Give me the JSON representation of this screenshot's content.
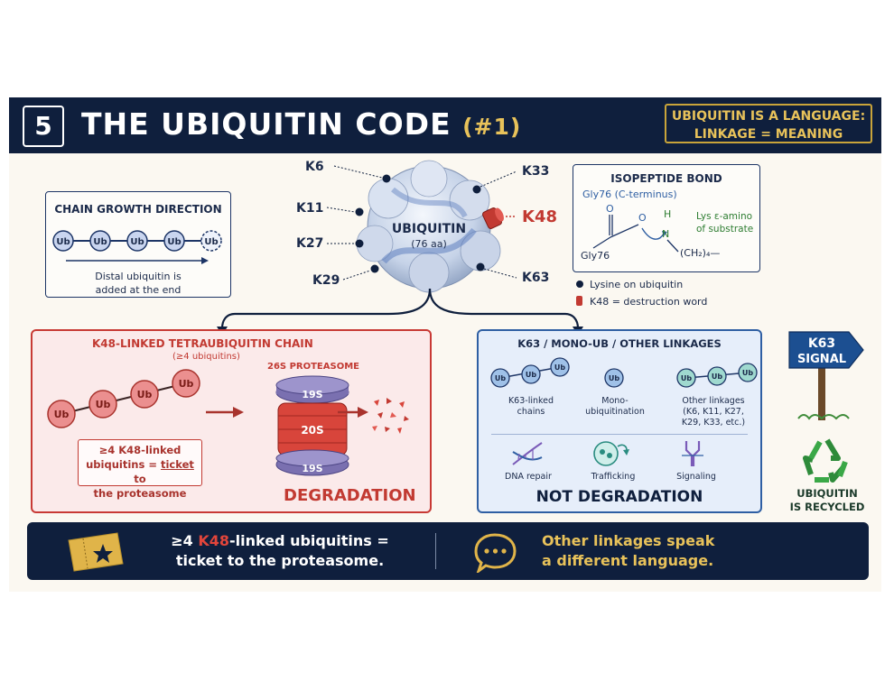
{
  "header": {
    "slide_number": "5",
    "title": "THE UBIQUITIN CODE",
    "title_tag": "(#1)",
    "note_line1": "UBIQUITIN IS A LANGUAGE:",
    "note_line2": "LINKAGE = MEANING"
  },
  "chain_growth": {
    "title": "CHAIN GROWTH DIRECTION",
    "ub_label": "Ub",
    "caption_line1": "Distal ubiquitin is",
    "caption_line2": "added at the end"
  },
  "ubiquitin": {
    "name": "UBIQUITIN",
    "size": "(76 aa)",
    "lysines": [
      "K6",
      "K11",
      "K27",
      "K29",
      "K33",
      "K48",
      "K63"
    ]
  },
  "isopeptide": {
    "title": "ISOPEPTIDE BOND",
    "subtitle": "Gly76 (C-terminus)",
    "gly_label": "Gly76",
    "o_label": "O",
    "h_label": "H",
    "n_label": "N",
    "chain_label": "(CH₂)₄—",
    "lys_line1": "Lys ε-amino",
    "lys_line2": "of substrate"
  },
  "legend": {
    "lysine": "Lysine on ubiquitin",
    "k48": "K48 = destruction word"
  },
  "k48_panel": {
    "title": "K48-LINKED TETRAUBIQUITIN CHAIN",
    "subtitle": "(≥4 ubiquitins)",
    "ub_label": "Ub",
    "proteasome_label": "26S PROTEASOME",
    "cap_top": "19S",
    "core": "20S",
    "cap_bottom": "19S",
    "note_line1": "≥4 K48-linked",
    "note_line2a": "ubiquitins = ",
    "note_ticket": "ticket",
    "note_line2b": " to",
    "note_line3": "the proteasome",
    "result": "DEGRADATION"
  },
  "other_panel": {
    "title": "K63 / MONO-UB / OTHER LINKAGES",
    "ub_label": "Ub",
    "k63_line1": "K63-linked",
    "k63_line2": "chains",
    "mono_line1": "Mono-",
    "mono_line2": "ubiquitination",
    "other_line1": "Other linkages",
    "other_line2": "(K6, K11, K27,",
    "other_line3": "K29, K33, etc.)",
    "func_dna": "DNA repair",
    "func_traffic": "Trafficking",
    "func_signal": "Signaling",
    "result": "NOT DEGRADATION"
  },
  "sign": {
    "line1": "K63",
    "line2": "SIGNAL"
  },
  "recycle": {
    "line1": "UBIQUITIN",
    "line2": "IS RECYCLED"
  },
  "footer": {
    "left_prefix": "≥4 ",
    "left_k48": "K48",
    "left_rest": "-linked ubiquitins =",
    "left_line2": "ticket to the proteasome.",
    "right_line1": "Other linkages speak",
    "right_line2": "a different language."
  },
  "colors": {
    "navy": "#0f1f3d",
    "gold": "#e8c25a",
    "red": "#c23a32",
    "blue": "#2f5fa3"
  }
}
